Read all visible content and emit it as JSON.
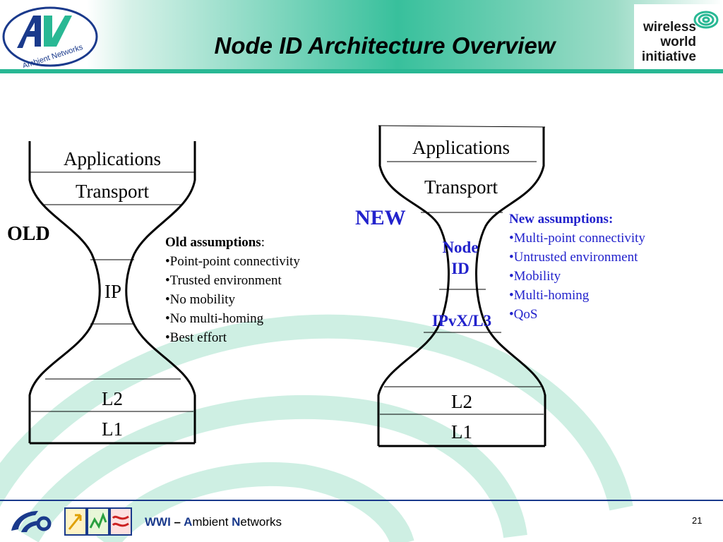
{
  "title": "Node ID Architecture Overview",
  "logos": {
    "left_text": "Ambient Networks",
    "right_lines": [
      "wireless",
      "world",
      "initiative"
    ]
  },
  "old": {
    "tag": "OLD",
    "layers": {
      "applications": "Applications",
      "transport": "Transport",
      "ip": "IP",
      "l2": "L2",
      "l1": "L1"
    },
    "assumptions_heading": "Old assumptions",
    "assumptions_colon": ":",
    "assumptions": [
      "•Point-point connectivity",
      "•Trusted environment",
      "•No mobility",
      "•No multi-homing",
      "•Best effort"
    ]
  },
  "new": {
    "tag": "NEW",
    "layers": {
      "applications": "Applications",
      "transport": "Transport",
      "node_id_line1": "Node",
      "node_id_line2": "ID",
      "ipvx": "IPvX/L3",
      "l2": "L2",
      "l1": "L1"
    },
    "assumptions_heading": "New assumptions:",
    "assumptions": [
      "•Multi-point connectivity",
      "•Untrusted environment",
      "•Mobility",
      "•Multi-homing",
      "•QoS"
    ]
  },
  "footer": {
    "text_wwi": "WWI",
    "text_dash": " – ",
    "text_a": "A",
    "text_mbient": "mbient ",
    "text_n": "N",
    "text_etworks": "etworks",
    "page_number": "21"
  },
  "colors": {
    "teal": "#29b894",
    "teal_light": "#c6ecdf",
    "blue_text": "#2222cc",
    "footer_red": "#cc0000",
    "footer_blue": "#1a3a8c"
  }
}
